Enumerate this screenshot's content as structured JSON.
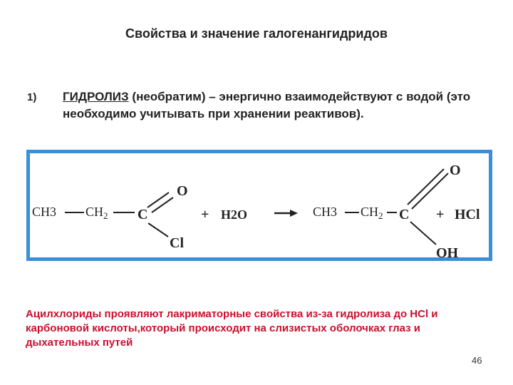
{
  "slide": {
    "title": "Свойства и значение галогенангидридов",
    "item_number": "1)",
    "term": "ГИДРОЛИЗ",
    "description": "  (необратим) – энергично взаимодействуют с водой (это необходимо учитывать при хранении реактивов).",
    "reaction": {
      "reactant_ch3": "CH3",
      "reactant_ch2": "CH",
      "reactant_ch2_sub": "2",
      "reactant_c": "C",
      "reactant_o": "O",
      "reactant_cl": "Cl",
      "plus1": "+",
      "water": "H2O",
      "product_ch3": "CH3",
      "product_ch2": "CH",
      "product_ch2_sub": "2",
      "product_c": "C",
      "product_o": "O",
      "product_oh": "OH",
      "plus2": "+",
      "hcl": "HCl"
    },
    "note": "Ацилхлориды проявляют лакриматорные свойства из-за гидролиза до HCl и карбоновой кислоты,который происходит на слизистых оболочках глаз и дыхательных путей",
    "page_number": "46",
    "colors": {
      "box_border": "#3a8fd8",
      "note_text": "#c8102e",
      "text": "#222222"
    }
  }
}
